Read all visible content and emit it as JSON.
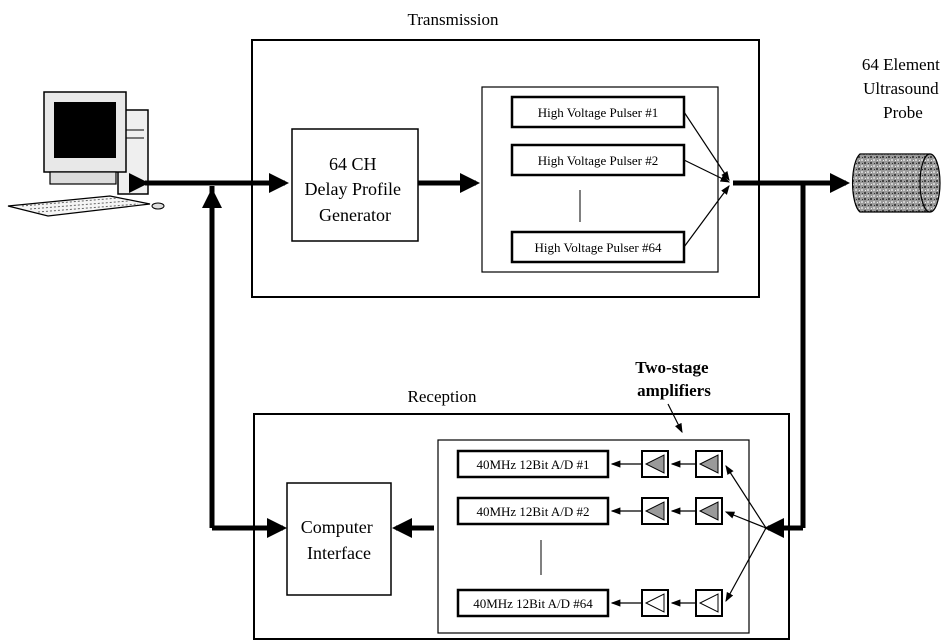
{
  "transmission": {
    "title": "Transmission",
    "delay_generator": [
      "64 CH",
      "Delay Profile",
      "Generator"
    ],
    "pulsers": [
      "High Voltage Pulser #1",
      "High Voltage Pulser #2",
      "High Voltage Pulser #64"
    ]
  },
  "probe": {
    "label": [
      "64 Element",
      "Ultrasound",
      "Probe"
    ]
  },
  "reception": {
    "title": "Reception",
    "amplifiers_label": [
      "Two-stage",
      "amplifiers"
    ],
    "adcs": [
      "40MHz 12Bit A/D #1",
      "40MHz 12Bit A/D #2",
      "40MHz 12Bit A/D #64"
    ],
    "computer_interface": [
      "Computer",
      "Interface"
    ]
  }
}
